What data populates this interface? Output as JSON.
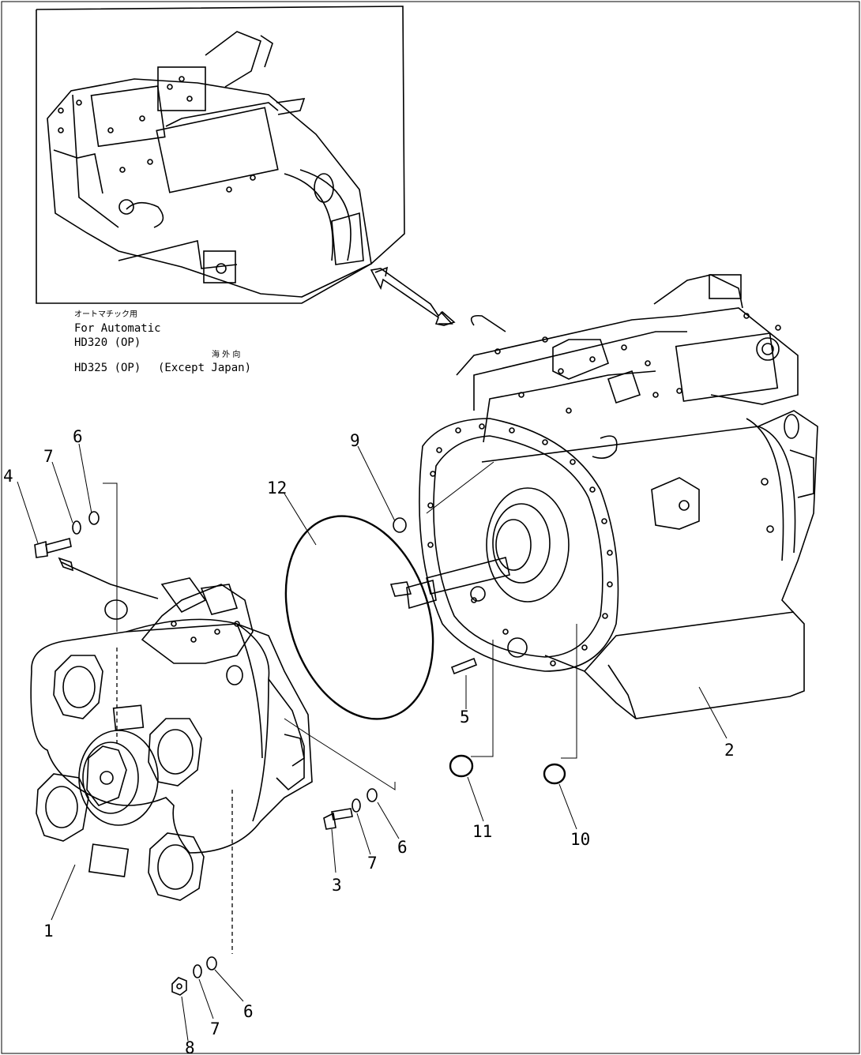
{
  "inset": {
    "caption_jp": "オートマチック用",
    "caption_en": "For Automatic",
    "model_a": "HD320 (OP)",
    "region_jp": "海 外 向",
    "model_b": "HD325 (OP)",
    "region_en": "(Except Japan)"
  },
  "callouts": {
    "c1": "1",
    "c2": "2",
    "c3": "3",
    "c4": "4",
    "c5": "5",
    "c6a": "6",
    "c6b": "6",
    "c6c": "6",
    "c7a": "7",
    "c7b": "7",
    "c7c": "7",
    "c8": "8",
    "c9": "9",
    "c10": "10",
    "c11": "11",
    "c12": "12"
  }
}
